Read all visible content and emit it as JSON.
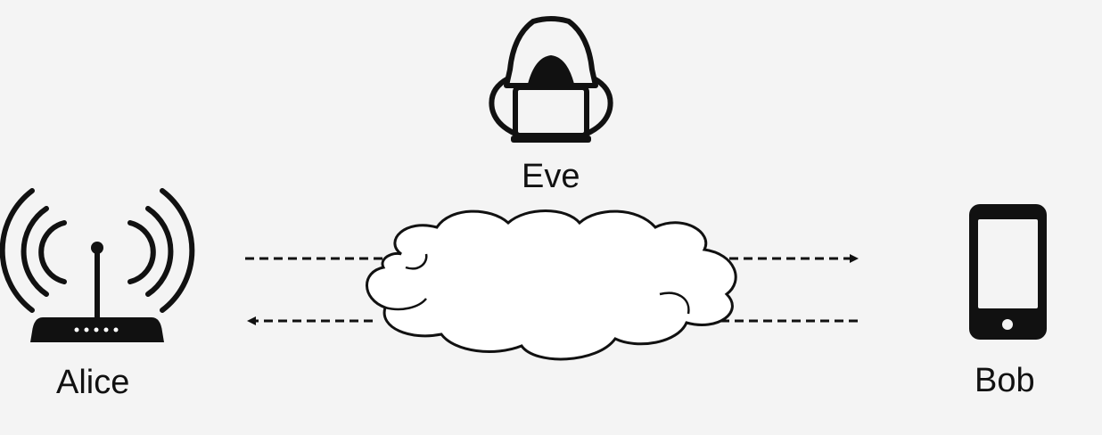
{
  "nodes": {
    "alice": {
      "label": "Alice",
      "icon": "wifi-router-icon"
    },
    "bob": {
      "label": "Bob",
      "icon": "smartphone-icon"
    },
    "eve": {
      "label": "Eve",
      "icon": "hooded-hacker-laptop-icon"
    }
  },
  "channel": {
    "icon": "cloud-icon"
  },
  "links": [
    {
      "from": "alice",
      "to": "bob",
      "style": "dashed",
      "arrow": "end"
    },
    {
      "from": "bob",
      "to": "alice",
      "style": "dashed",
      "arrow": "end"
    }
  ],
  "colors": {
    "stroke": "#111111",
    "fill": "#ffffff",
    "background": "#f4f4f4"
  }
}
